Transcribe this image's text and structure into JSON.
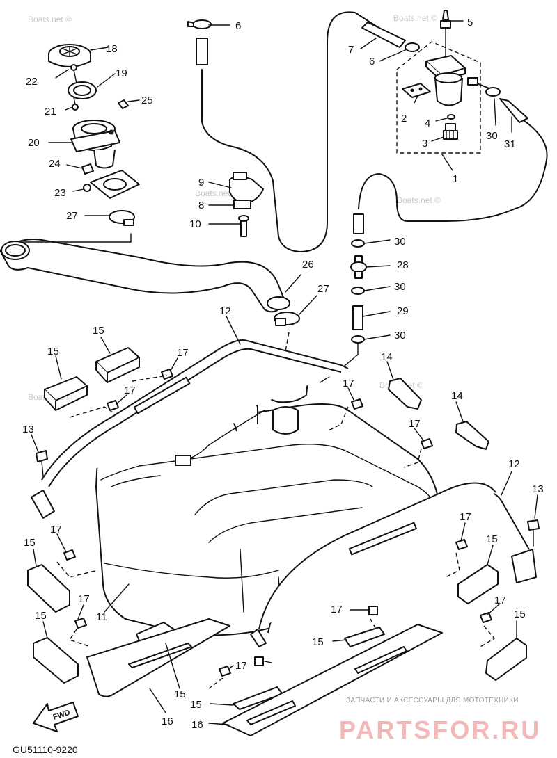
{
  "watermark": "Boats.net ©",
  "diagram_code": "GU51110-9220",
  "fwd_label": "FWD",
  "brand": {
    "tagline": "ЗАПЧАСТИ И АКСЕССУАРЫ ДЛЯ МОТОТЕХНИКИ",
    "logo_text": "PARTSFOR.RU"
  },
  "callouts": {
    "c1": "1",
    "c2": "2",
    "c3": "3",
    "c4": "4",
    "c5": "5",
    "c6a": "6",
    "c6b": "6",
    "c7": "7",
    "c8": "8",
    "c9": "9",
    "c10": "10",
    "c11": "11",
    "c12a": "12",
    "c12b": "12",
    "c13a": "13",
    "c13b": "13",
    "c14a": "14",
    "c14b": "14",
    "c15a": "15",
    "c15b": "15",
    "c15c": "15",
    "c15d": "15",
    "c15e": "15",
    "c15f": "15",
    "c15g": "15",
    "c15h": "15",
    "c15i": "15",
    "c16a": "16",
    "c16b": "16",
    "c17a": "17",
    "c17b": "17",
    "c17c": "17",
    "c17d": "17",
    "c17e": "17",
    "c17f": "17",
    "c17g": "17",
    "c17h": "17",
    "c17i": "17",
    "c17j": "17",
    "c18": "18",
    "c19": "19",
    "c20": "20",
    "c21": "21",
    "c22": "22",
    "c23": "23",
    "c24": "24",
    "c25": "25",
    "c26": "26",
    "c27a": "27",
    "c27b": "27",
    "c28": "28",
    "c29": "29",
    "c30a": "30",
    "c30b": "30",
    "c30c": "30",
    "c30d": "30",
    "c31": "31"
  }
}
